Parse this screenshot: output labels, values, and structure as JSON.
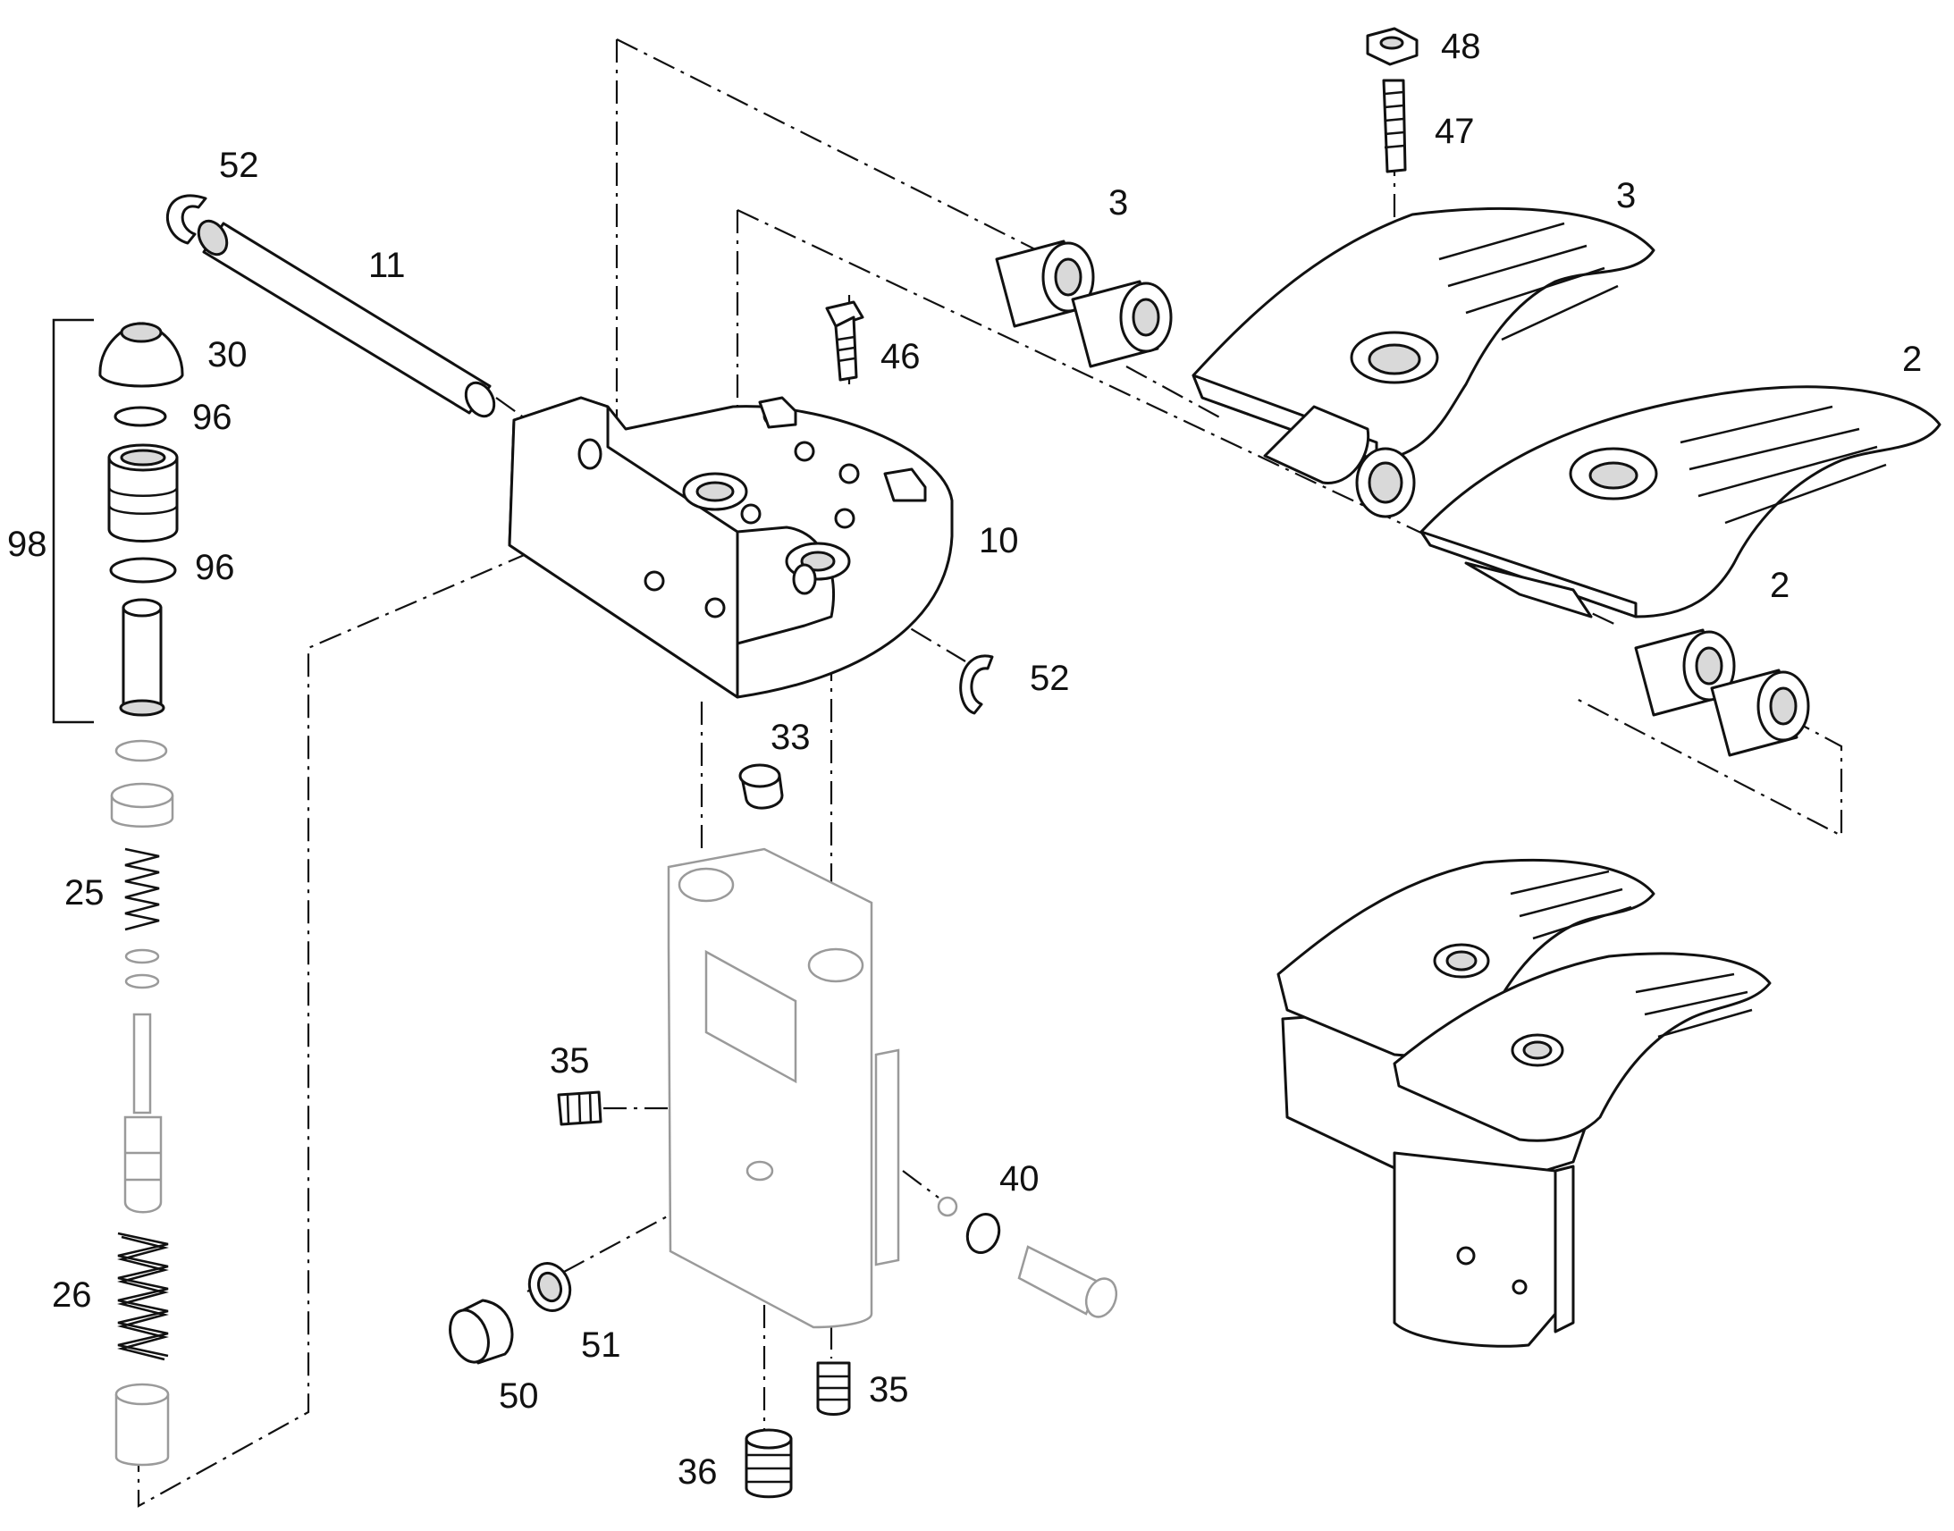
{
  "labels": {
    "l52a": "52",
    "l11": "11",
    "l30": "30",
    "l96a": "96",
    "l98": "98",
    "l96b": "96",
    "l25": "25",
    "l26": "26",
    "l10": "10",
    "l46": "46",
    "l48": "48",
    "l47": "47",
    "l3a": "3",
    "l3b": "3",
    "l2a": "2",
    "l2b": "2",
    "l52b": "52",
    "l33": "33",
    "l35a": "35",
    "l40": "40",
    "l51": "51",
    "l50": "50",
    "l35b": "35",
    "l36": "36"
  }
}
